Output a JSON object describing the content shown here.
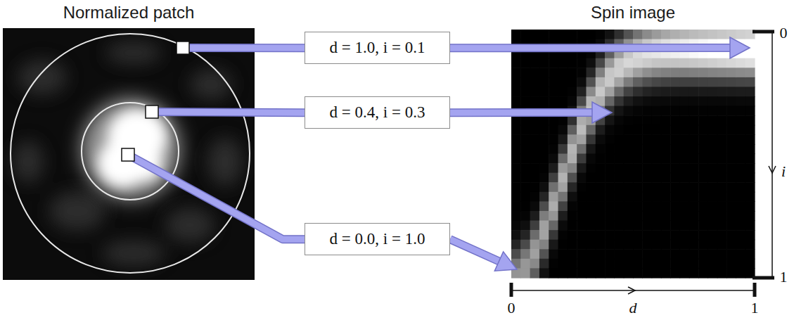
{
  "diagram": {
    "nodes": [
      {
        "text": [
          "Normalized patch"
        ]
      },
      {
        "text": [
          "d = 1.0, i = 0.1"
        ]
      },
      {
        "text": [
          "d = 0.4, i = 0.3"
        ]
      },
      {
        "text": [
          "d = 0.0, i = 1.0"
        ]
      },
      {
        "text": [
          "Spin image"
        ]
      }
    ],
    "edges": [
      {
        "from": 0,
        "to": 1,
        "arrow": "none"
      },
      {
        "from": 1,
        "to": 4,
        "arrow": "to"
      },
      {
        "from": 0,
        "to": 2,
        "arrow": "none"
      },
      {
        "from": 2,
        "to": 4,
        "arrow": "to"
      },
      {
        "from": 0,
        "to": 3,
        "arrow": "none"
      },
      {
        "from": 3,
        "to": 4,
        "arrow": "to"
      }
    ],
    "labels": [
      "0",
      "i",
      "1",
      "0",
      "d",
      "1"
    ]
  }
}
